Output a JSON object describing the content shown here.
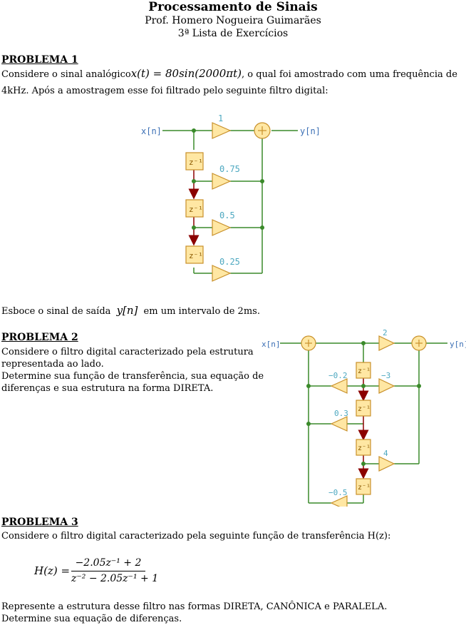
{
  "header": {
    "title": "Processamento de Sinais",
    "professor": "Prof. Homero Nogueira Guimarães",
    "list": "3ª Lista de Exercícios"
  },
  "p1": {
    "heading": "PROBLEMA 1",
    "line1_pre": "Considere o sinal analógico",
    "formula": "x(t) = 80sin(2000πt)",
    "line1_post": ", o qual foi amostrado com uma frequência de",
    "line2": "4kHz. Após a amostragem esse foi filtrado pelo seguinte filtro digital:",
    "sketch_pre": "Esboce o sinal de saída",
    "sketch_var": "y[n]",
    "sketch_post": "em um intervalo de 2ms.",
    "diagram": {
      "input": "x[n]",
      "output": "y[n]",
      "delay": "z⁻¹",
      "gains": [
        "1",
        "0.75",
        "0.5",
        "0.25"
      ]
    }
  },
  "p2": {
    "heading": "PROBLEMA 2",
    "lines": [
      "Considere o filtro digital caracterizado pela estrutura",
      "representada ao lado.",
      "Determine sua função de transferência, sua equação de",
      "diferenças e sua estrutura na forma DIRETA."
    ],
    "diagram": {
      "input": "x[n]",
      "output": "y[n]",
      "delay": "z⁻¹",
      "gains": [
        "2",
        "−0.2",
        "−3",
        "0.3",
        "4",
        "−0.5"
      ]
    }
  },
  "p3": {
    "heading": "PROBLEMA 3",
    "line1": "Considere o filtro digital caracterizado pela seguinte função de transferência H(z):",
    "hz_lhs": "H(z) =",
    "hz_num": "−2.05z⁻¹ + 2",
    "hz_den": "z⁻² − 2.05z⁻¹ + 1",
    "line2": "Represente a estrutura desse filtro nas formas DIRETA, CANÔNICA e PARALELA.",
    "line3": "Determine sua equação de diferenças."
  }
}
